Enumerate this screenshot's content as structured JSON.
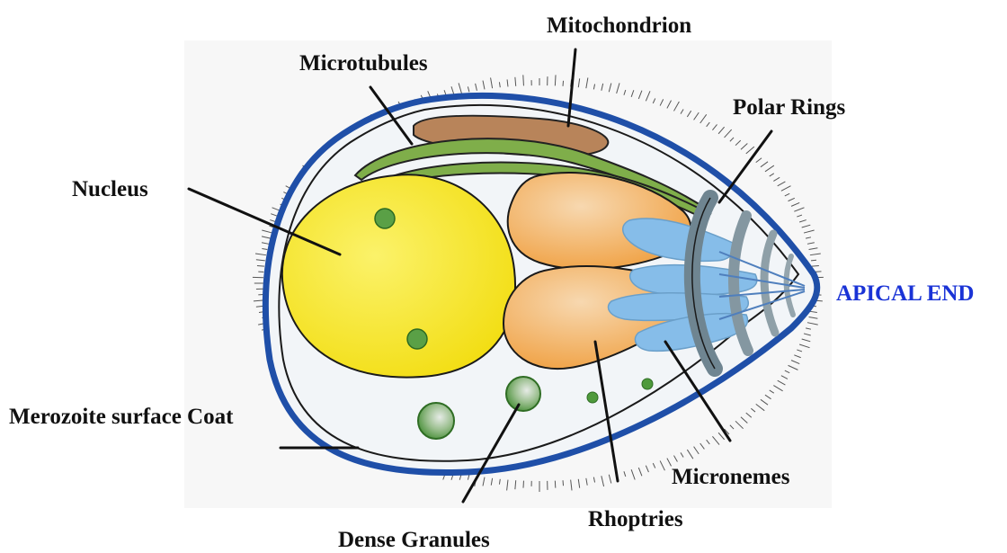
{
  "labels": {
    "mitochondrion": "Mitochondrion",
    "microtubules": "Microtubules",
    "polar_rings": "Polar Rings",
    "nucleus": "Nucleus",
    "apical_end": "APICAL END",
    "surface_coat": "Merozoite surface Coat",
    "micronemes": "Micronemes",
    "rhoptries": "Rhoptries",
    "dense_granules": "Dense Granules"
  },
  "colors": {
    "label_text": "#111111",
    "apical_text": "#1a33d6",
    "membrane": "#1f4fa8",
    "cytoplasm": "#f3f6f8",
    "nucleus": "#f5e61c",
    "mitochondrion": "#b8845a",
    "microtubules": "#6a9b3a",
    "rhoptries": "#f0a040",
    "micronemes": "#7ab7e6",
    "polar_rings": "#6f8591",
    "dense_granules": "#4f9a3c"
  }
}
